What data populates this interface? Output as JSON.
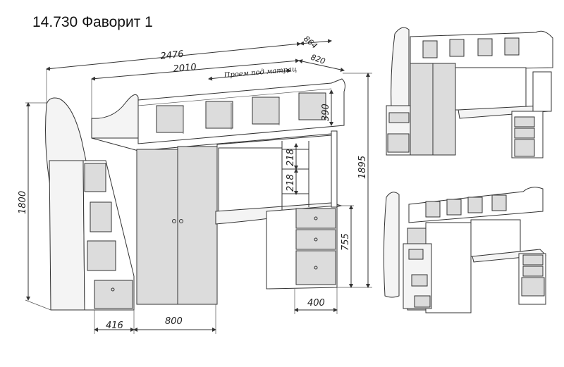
{
  "title": "14.730 Фаворит 1",
  "dimensions": {
    "total_length": "2476",
    "mattress_length": "2010",
    "depth_top": "864",
    "depth_bed": "820",
    "mattress_note": "Проем под матрац",
    "side_height": "390",
    "shelf_gap_1": "218",
    "shelf_gap_2": "218",
    "total_height": "1895",
    "stair_height": "1800",
    "desk_height": "755",
    "stair_width": "416",
    "wardrobe_width": "800",
    "drawer_width": "400"
  },
  "colors": {
    "panel": "#dcdcdc",
    "line": "#333333"
  }
}
